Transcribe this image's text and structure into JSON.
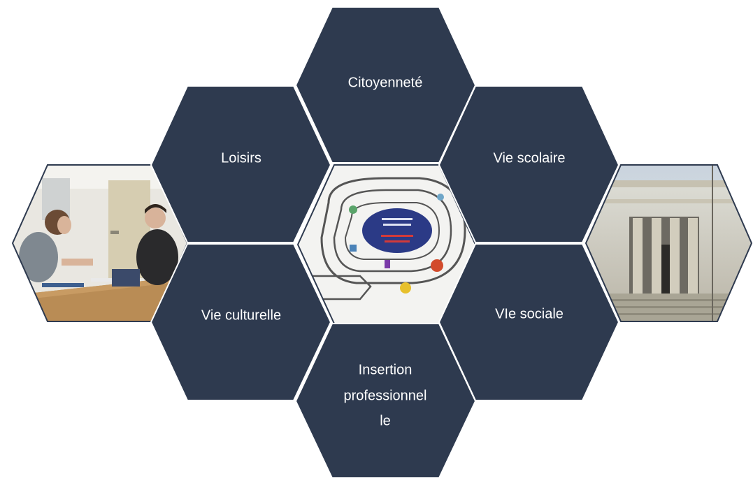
{
  "colors": {
    "hex_fill": "#2e3a4f",
    "hex_stroke": "#ffffff",
    "photo_border": "#2e3a4f",
    "background": "#ffffff"
  },
  "hexagons": {
    "citoyennete": {
      "label": "Citoyenneté"
    },
    "loisirs": {
      "label": "Loisirs"
    },
    "vie_scolaire": {
      "label": "Vie scolaire"
    },
    "vie_culturelle": {
      "label": "Vie culturelle"
    },
    "vie_sociale": {
      "label": "VIe sociale"
    },
    "insertion": {
      "lines": [
        "Insertion",
        "professionnel",
        "le"
      ]
    }
  },
  "photos": {
    "left": {
      "subject": "two people at a table"
    },
    "center": {
      "subject": "hand-drawn path board"
    },
    "right": {
      "subject": "classical building facade"
    }
  }
}
